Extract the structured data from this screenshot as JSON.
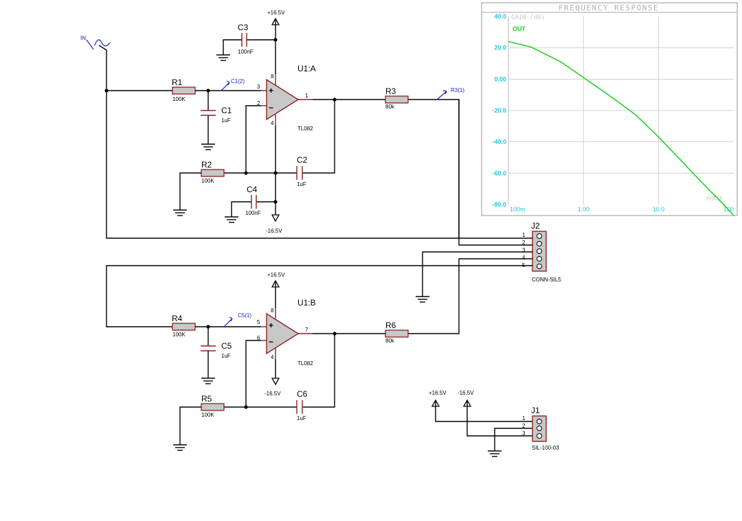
{
  "components": {
    "R1": {
      "ref": "R1",
      "value": "100K"
    },
    "R2": {
      "ref": "R2",
      "value": "100K"
    },
    "R3": {
      "ref": "R3",
      "value": "80k"
    },
    "R4": {
      "ref": "R4",
      "value": "100K"
    },
    "R5": {
      "ref": "R5",
      "value": "100K"
    },
    "R6": {
      "ref": "R6",
      "value": "80k"
    },
    "C1": {
      "ref": "C1",
      "value": "1uF"
    },
    "C2": {
      "ref": "C2",
      "value": "1uF"
    },
    "C3": {
      "ref": "C3",
      "value": "100nF"
    },
    "C4": {
      "ref": "C4",
      "value": "100nF"
    },
    "C5": {
      "ref": "C5",
      "value": "1uF"
    },
    "C6": {
      "ref": "C6",
      "value": "1uF"
    },
    "U1A": {
      "ref": "U1:A",
      "part": "TL082",
      "pins": [
        "8",
        "3",
        "2",
        "1",
        "4"
      ]
    },
    "U1B": {
      "ref": "U1:B",
      "part": "TL082",
      "pins": [
        "8",
        "5",
        "6",
        "7",
        "4"
      ]
    },
    "J2": {
      "ref": "J2",
      "part": "CONN-SIL5",
      "pins": [
        "1",
        "2",
        "3",
        "4",
        "5"
      ]
    },
    "J1": {
      "ref": "J1",
      "part": "SIL-100-03",
      "pins": [
        "1",
        "2",
        "3"
      ]
    }
  },
  "power": {
    "pos": "+16.5V",
    "neg": "-16.5V"
  },
  "probes": {
    "in": "IN",
    "c1": "C1(2)",
    "r3": "R3(1)",
    "c5": "C5(1)"
  },
  "symbols": {
    "plus": "+",
    "minus": "−"
  },
  "graph": {
    "title": "FREQUENCY RESPONSE",
    "gain_label": "GAIN (dB)",
    "phase_label": "PHASE",
    "trace_name": "OUT",
    "colors": {
      "background": "#ffffff",
      "frame": "#b8b8b8",
      "grid": "#d0d0d0",
      "axis_text": "#1ec8dc",
      "trace": "#22d022"
    },
    "y_ticks": [
      "40.0",
      "20.0",
      "0.00",
      "-20.0",
      "-40.0",
      "-60.0",
      "-80.0"
    ],
    "x_ticks": [
      "100m",
      "1.00",
      "10.0",
      "100"
    ]
  },
  "chart_data": {
    "type": "line",
    "title": "FREQUENCY RESPONSE",
    "ylabel": "GAIN (dB)",
    "xlabel": "",
    "xscale": "log",
    "xlim": [
      0.1,
      100
    ],
    "ylim": [
      -80,
      40
    ],
    "grid": true,
    "series": [
      {
        "name": "OUT",
        "x": [
          0.1,
          0.2,
          0.5,
          1,
          2,
          3,
          5,
          10,
          20,
          30,
          50,
          70,
          100
        ],
        "y": [
          24,
          20.5,
          11,
          1,
          -9,
          -15,
          -23,
          -37,
          -52,
          -61,
          -72,
          -79,
          -87
        ]
      }
    ]
  }
}
